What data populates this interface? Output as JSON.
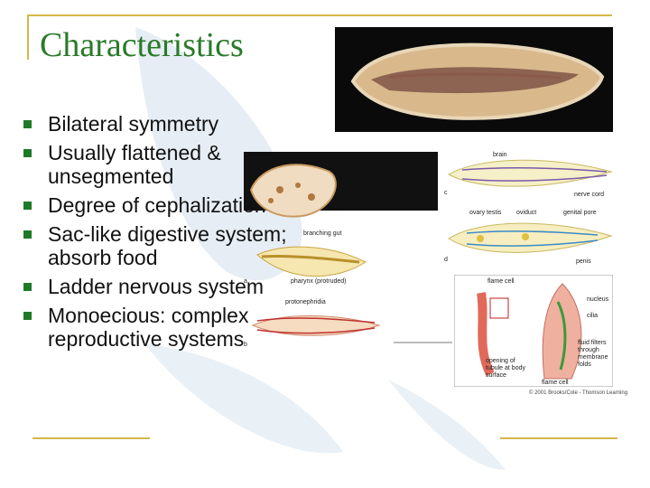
{
  "slide": {
    "title": "Characteristics",
    "bullets": [
      "Bilateral symmetry",
      "Usually flattened & unsegmented",
      "Degree of cephalization",
      "Sac-like digestive system; absorb food",
      "Ladder nervous system",
      "Monoecious: complex reproductive systems"
    ]
  },
  "diagram": {
    "labels": {
      "brain": "brain",
      "nerve_cord": "nerve cord",
      "ovary_testis": "ovary testis",
      "oviduct": "oviduct",
      "genital_pore": "genital pore",
      "penis": "penis",
      "branching_gut": "branching gut",
      "pharynx": "pharynx (protruded)",
      "protonephridia": "protonephridia",
      "flame_cell_top": "flame cell",
      "nucleus": "nucleus",
      "cilia": "cilia",
      "fluid_filters": "fluid filters through membrane folds",
      "opening_tubule": "opening of tubule at body surface",
      "flame_cell_bottom": "flame cell",
      "panel_c": "c",
      "panel_d": "d",
      "panel_a": "a",
      "panel_b": "b"
    },
    "credit": "© 2001 Brooks/Cole - Thomson Learning"
  },
  "colors": {
    "title": "#2a7a2a",
    "bullet": "#1f7a28",
    "rule": "#d4b84a",
    "watermark": "#c9d8e6"
  }
}
